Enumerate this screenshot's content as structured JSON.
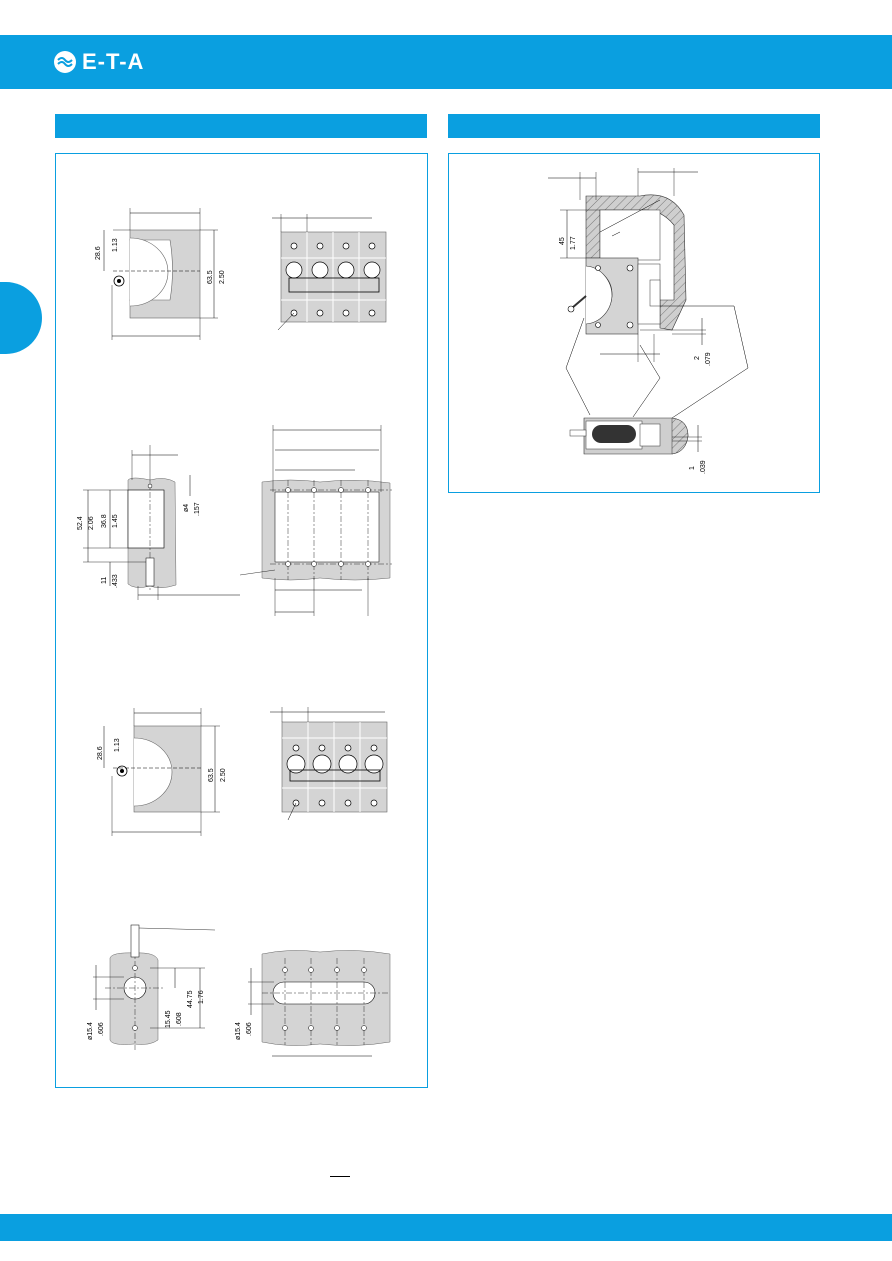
{
  "brand": {
    "name": "E-T-A",
    "color": "#0a9fe0"
  },
  "drawing_top_left": {
    "dims": [
      "28.6",
      "1.13",
      "63.5",
      "2.50"
    ]
  },
  "drawing_cutout": {
    "dims": [
      "52.4",
      "2.06",
      "36.8",
      "1.45",
      "ø4",
      ".157",
      "11",
      ".433"
    ]
  },
  "drawing_mid_left": {
    "dims": [
      "28.6",
      "1.13",
      "63.5",
      "2.50"
    ]
  },
  "drawing_bottom_left": {
    "dims": [
      "ø15.4",
      ".606",
      "15.45",
      ".608",
      "44.75",
      "1.76"
    ]
  },
  "drawing_bottom_right": {
    "dims": [
      "ø15.4",
      ".606"
    ]
  },
  "drawing_install": {
    "dims": [
      "45",
      "1.77",
      "2",
      ".079",
      "1",
      ".039"
    ]
  }
}
